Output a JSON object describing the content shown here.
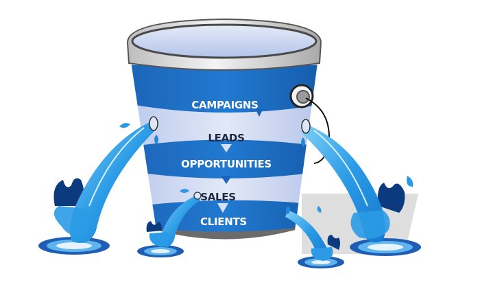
{
  "diagram": {
    "title": "Leaky sales funnel bucket",
    "stages": [
      {
        "label": "CAMPAIGNS",
        "band": "dark",
        "text_color": "#ffffff"
      },
      {
        "label": "LEADS",
        "band": "light",
        "text_color": "#1f2a44"
      },
      {
        "label": "OPPORTUNITIES",
        "band": "dark",
        "text_color": "#ffffff"
      },
      {
        "label": "SALES",
        "band": "light",
        "text_color": "#1f2a44"
      },
      {
        "label": "CLIENTS",
        "band": "dark",
        "text_color": "#ffffff"
      }
    ],
    "leaks": [
      {
        "position": "left",
        "from_stage": "CAMPAIGNS/LEADS"
      },
      {
        "position": "right",
        "from_stage": "CAMPAIGNS/LEADS"
      },
      {
        "position": "left-small",
        "from_stage": "SALES"
      },
      {
        "position": "right-small",
        "from_stage": "SALES/CLIENTS"
      }
    ],
    "colors": {
      "band_dark": "#1a6fc4",
      "band_light": "#c9d5f0",
      "rim": "#d9d9d9",
      "rim_outline": "#555555",
      "water_surface": "#c5d3ef",
      "bucket_base": "#6d6d6d",
      "water_stream": "#2b9be6",
      "water_dark": "#0c3a7e",
      "shadow": "#cccccc"
    }
  }
}
